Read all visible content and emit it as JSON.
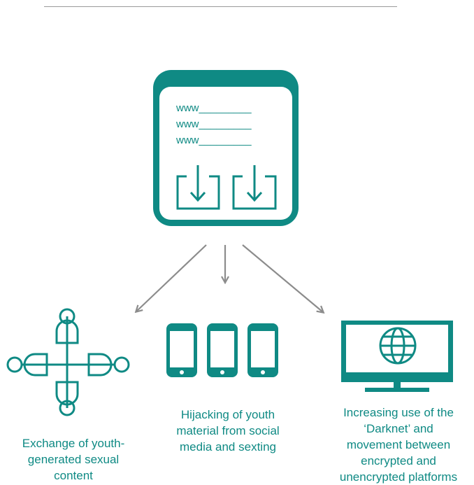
{
  "browser": {
    "url_lines": [
      "www_________",
      "www_________",
      "www_________"
    ]
  },
  "captions": {
    "exchange": [
      "Exchange of youth-",
      "generated sexual",
      "content"
    ],
    "hijacking": [
      "Hijacking of youth",
      "material from social",
      "media and sexting"
    ],
    "darknet": [
      "Increasing use of the",
      "‘Darknet’ and",
      "movement between",
      "encrypted and",
      "unencrypted platforms"
    ]
  },
  "colors": {
    "teal": "#0f8a84",
    "arrow": "#8c8c8c",
    "rule": "#9a9a9a"
  },
  "icons": [
    "browser-window-icon",
    "download-icon",
    "gender-network-icon",
    "smartphone-icon",
    "monitor-globe-icon"
  ]
}
